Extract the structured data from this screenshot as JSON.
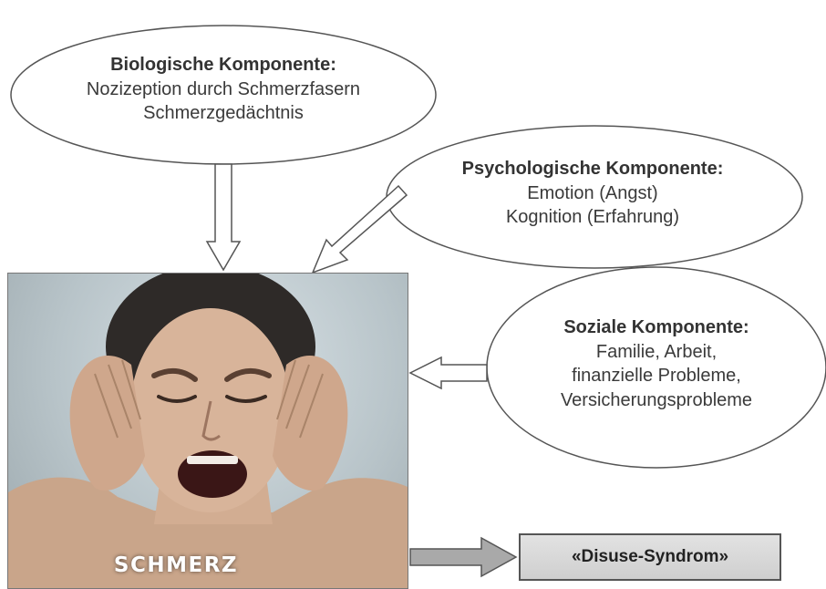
{
  "biological": {
    "heading": "Biologische Komponente:",
    "lines": [
      "Nozizeption durch Schmerzfasern",
      "Schmerzgedächtnis"
    ]
  },
  "psychological": {
    "heading": "Psychologische Komponente:",
    "lines": [
      "Emotion (Angst)",
      "Kognition (Erfahrung)"
    ]
  },
  "social": {
    "heading": "Soziale Komponente:",
    "lines": [
      "Familie, Arbeit,",
      "finanzielle Probleme,",
      "Versicherungsprobleme"
    ]
  },
  "center": {
    "label": "SCHMERZ"
  },
  "outcome": {
    "label": "«Disuse-Syndrom»"
  }
}
